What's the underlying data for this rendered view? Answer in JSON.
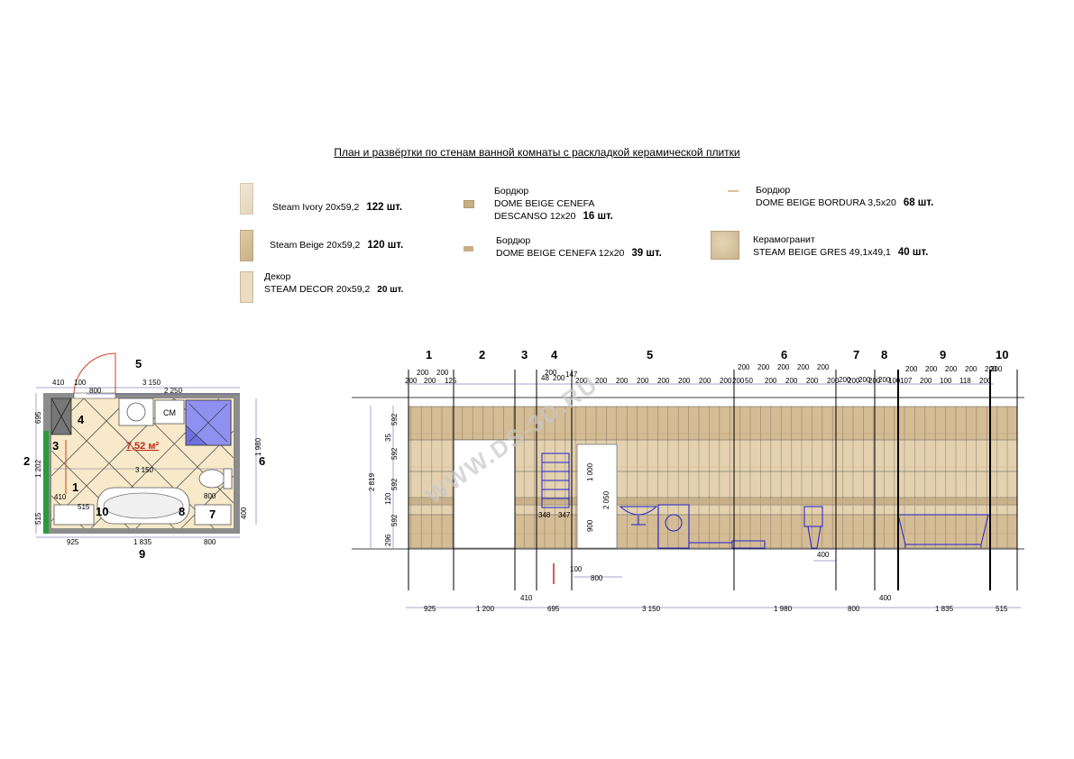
{
  "title": "План и развёртки по стенам ванной комнаты с раскладкой керамической плитки",
  "legend": {
    "steam_ivory": {
      "name": "Steam Ivory 20x59,2",
      "count": "122 шт."
    },
    "steam_beige": {
      "name": "Steam Beige 20x59,2",
      "count": "120 шт."
    },
    "decor": {
      "label": "Декор",
      "name": "STEAM DECOR 20x59,2",
      "count": "20 шт."
    },
    "bordure_descanso": {
      "label": "Бордюр",
      "name1": "DOME BEIGE CENEFA",
      "name2": "DESCANSO   12x20",
      "count": "16 шт."
    },
    "bordure_cenefa": {
      "label": "Бордюр",
      "name": "DOME BEIGE CENEFA 12x20",
      "count": "39 шт."
    },
    "bordure_bordura": {
      "label": "Бордюр",
      "name": "DOME BEIGE BORDURA 3,5x20",
      "count": "68 шт."
    },
    "gres": {
      "label": "Керамогранит",
      "name": "STEAM BEIGE GRES 49,1x49,1",
      "count": "40 шт."
    }
  },
  "plan": {
    "area": "7,52 м²",
    "equipment": {
      "wm": "СМ"
    },
    "labels": {
      "l1": "1",
      "l2": "2",
      "l3": "3",
      "l4": "4",
      "l5": "5",
      "l6": "6",
      "l7": "7",
      "l8": "8",
      "l9": "9",
      "l10": "10"
    },
    "dims": {
      "top_410": "410",
      "top_100": "100",
      "top_800": "800",
      "top_3150": "3 150",
      "top_2250": "2 250",
      "inner_3150": "3 150",
      "left_695": "695",
      "left_1202": "1 202",
      "left_515": "515",
      "right_1980": "1 980",
      "right_400": "400",
      "inner_410": "410",
      "inner_515": "515",
      "inner_800": "800",
      "bot_925": "925",
      "bot_1835": "1 835",
      "bot_800": "800"
    }
  },
  "elevation": {
    "wall_labels": [
      "1",
      "2",
      "3",
      "4",
      "5",
      "6",
      "7",
      "8",
      "9",
      "10"
    ],
    "left_dims": {
      "d592a": "592",
      "d35": "35",
      "d592b": "592",
      "d592c": "592",
      "d120": "120",
      "d592d": "592",
      "d296": "296",
      "d2819": "2 819"
    },
    "inner_dims": {
      "d1000": "1 000",
      "d2050": "2 050",
      "d900": "900",
      "d348": "348",
      "d347": "347",
      "d100": "100",
      "d800": "800",
      "d400": "400",
      "d48": "48",
      "d200": "200",
      "d147": "147"
    },
    "bottom_dims": [
      "925",
      "1 200",
      "410",
      "695",
      "3 150",
      "1 980",
      "800",
      "400",
      "1 835",
      "515"
    ],
    "tile_row1": [
      "200",
      "200",
      "125",
      "200",
      "200",
      "200",
      "200",
      "200",
      "200",
      "200",
      "200",
      "200",
      "50",
      "200",
      "200",
      "200",
      "200",
      "200",
      "200",
      "100",
      "107",
      "200",
      "100",
      "118",
      "200",
      "200",
      "200",
      "200",
      "200"
    ],
    "tile_row2": [
      "200",
      "200",
      "200",
      "200",
      "200",
      "200",
      "200",
      "200",
      "200",
      "200",
      "200",
      "200",
      "200",
      "200",
      "200",
      "200",
      "200",
      "200",
      "17"
    ]
  },
  "watermark": "WWW.DS-3D.RU",
  "colors": {
    "tile_light": "#e4d4b6",
    "tile_dark": "#cbb38c",
    "wall_gray": "#808080",
    "floor": "#f7e9c9",
    "green": "#2a9a3a",
    "blue": "#2222cc"
  }
}
